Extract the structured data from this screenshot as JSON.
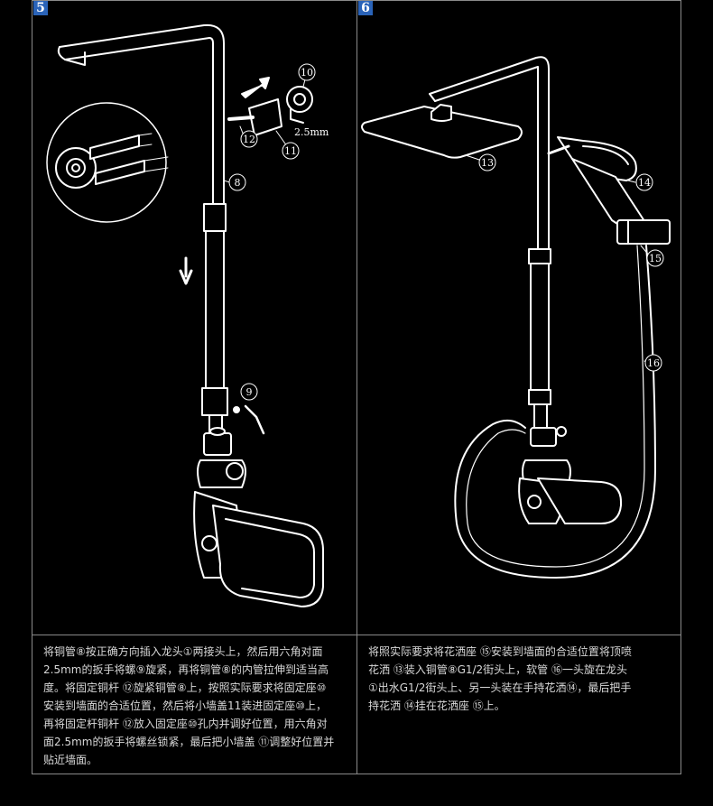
{
  "step5": {
    "number": "5",
    "callouts": {
      "c8": "8",
      "c9": "9",
      "c10": "10",
      "c11": "11",
      "c12": "12",
      "spec": "2.5mm"
    },
    "lines": [
      "将铜管⑧按正确方向插入龙头①两接头上，然后用六角对面",
      "2.5mm的扳手将螺⑨旋紧，再将铜管⑧的内管拉伸到适当高",
      "度。将固定铜杆 ⑫旋紧铜管⑧上，按照实际要求将固定座⑩",
      "安装到墙面的合适位置，然后将小墙盖11装进固定座⑩上，",
      "再将固定杆铜杆 ⑫放入固定座⑩孔内并调好位置，用六角对",
      "面2.5mm的扳手将螺丝锁紧，最后把小墙盖 ⑪调整好位置并",
      "贴近墙面。"
    ]
  },
  "step6": {
    "number": "6",
    "callouts": {
      "c13": "13",
      "c14": "14",
      "c15": "15",
      "c16": "16"
    },
    "lines": [
      "将照实际要求将花洒座 ⑮安装到墙面的合适位置将顶喷",
      "花洒 ⑬装入铜管⑧G1/2街头上，软管 ⑯一头旋在龙头",
      "①出水G1/2街头上、另一头装在手持花洒⑭，最后把手",
      "持花洒 ⑭挂在花洒座 ⑮上。"
    ]
  }
}
